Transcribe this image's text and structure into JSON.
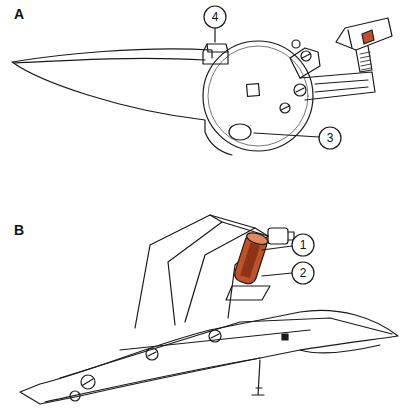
{
  "diagram": {
    "labels": [
      "A",
      "4",
      "3",
      "B",
      "1",
      "2"
    ]
  }
}
